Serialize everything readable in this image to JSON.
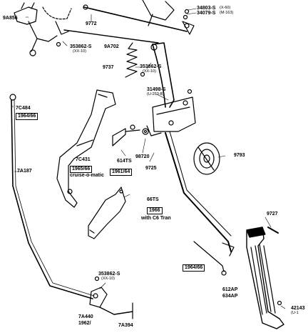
{
  "labels": {
    "p9A856": "9A856",
    "p9772": "9772",
    "p34803": "34803-S",
    "p34803_sub": "(X-60)",
    "p34079": "34079-S",
    "p34079_sub": "(M-163)",
    "p353862a": "353862-S",
    "p353862a_sub": "(XX-10)",
    "p9A702": "9A702",
    "p9737": "9737",
    "p353862b": "353862-S",
    "p353862b_sub": "(XX-10)",
    "p31498": "31498-S",
    "p31498_sub": "(U-253-B)",
    "p7C484": "7C484",
    "p7A187": "7A187",
    "p7C431": "7C431",
    "p98720": "98720",
    "p614TS": "614TS",
    "p9725": "9725",
    "p9793": "9793",
    "p66TS": "66TS",
    "p9727": "9727",
    "p612AP": "612AP",
    "p634AP": "634AP",
    "p42143": "42143",
    "p42143_sub": "(U-1",
    "p353862c": "353862-S",
    "p353862c_sub": "(XX-10)",
    "p7A440": "7A440",
    "p1962": "1962/",
    "p7A394": "7A394"
  },
  "boxes": {
    "y1964_66_a": "1964/66",
    "y1965_66": "1965/66",
    "y1961_64": "1961/64",
    "y1966": "1966",
    "y1964_66_b": "1964/66"
  },
  "notes": {
    "cruise": "cruise-o-matic",
    "c6": "with C6 Tran"
  }
}
